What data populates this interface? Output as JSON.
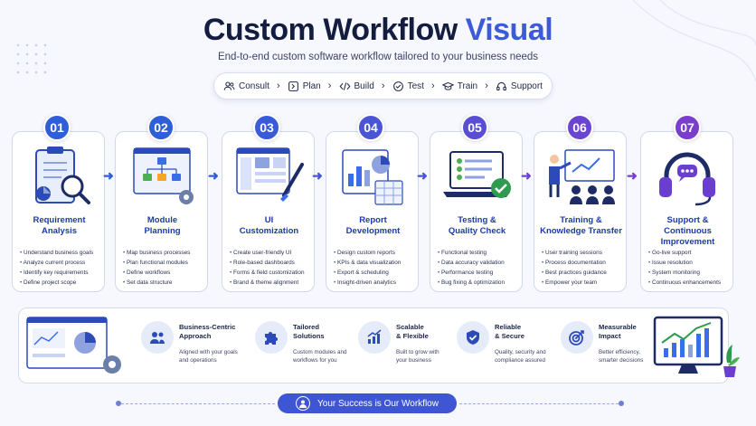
{
  "header": {
    "title_main": "Custom Workflow",
    "title_accent": "Visual",
    "subtitle": "End-to-end custom software workflow tailored to your business needs"
  },
  "pipeline": [
    {
      "label": "Consult",
      "icon": "users-icon"
    },
    {
      "label": "Plan",
      "icon": "plan-icon"
    },
    {
      "label": "Build",
      "icon": "code-icon"
    },
    {
      "label": "Test",
      "icon": "check-circle-icon"
    },
    {
      "label": "Train",
      "icon": "graduation-cap-icon"
    },
    {
      "label": "Support",
      "icon": "headset-icon"
    }
  ],
  "steps": [
    {
      "num": "01",
      "title1": "Requirement",
      "title2": "Analysis",
      "color": "#2f5fd8",
      "items": [
        "Understand business goals",
        "Analyze current process",
        "Identify key requirements",
        "Define project scope"
      ]
    },
    {
      "num": "02",
      "title1": "Module",
      "title2": "Planning",
      "color": "#2f5fd8",
      "items": [
        "Map business processes",
        "Plan functional modules",
        "Define workflows",
        "Set data structure"
      ]
    },
    {
      "num": "03",
      "title1": "UI",
      "title2": "Customization",
      "color": "#3a5bd9",
      "items": [
        "Create user-friendly UI",
        "Role-based dashboards",
        "Forms & field customization",
        "Brand & theme alignment"
      ]
    },
    {
      "num": "04",
      "title1": "Report",
      "title2": "Development",
      "color": "#4a55d6",
      "items": [
        "Design custom reports",
        "KPIs & data visualization",
        "Export & scheduling",
        "Insight-driven analytics"
      ]
    },
    {
      "num": "05",
      "title1": "Testing &",
      "title2": "Quality Check",
      "color": "#5a4fd4",
      "items": [
        "Functional testing",
        "Data accuracy validation",
        "Performance testing",
        "Bug fixing & optimization"
      ]
    },
    {
      "num": "06",
      "title1": "Training &",
      "title2": "Knowledge Transfer",
      "color": "#6a46d0",
      "items": [
        "User training sessions",
        "Process documentation",
        "Best practices guidance",
        "Empower your team"
      ]
    },
    {
      "num": "07",
      "title1": "Support &",
      "title2": "Continuous Improvement",
      "color": "#7a3dcc",
      "items": [
        "Go-live support",
        "Issue resolution",
        "System monitoring",
        "Continuous enhancements"
      ]
    }
  ],
  "features": [
    {
      "title1": "Business-Centric",
      "title2": "Approach",
      "desc1": "Aligned with your goals",
      "desc2": "and operations",
      "icon": "people-icon"
    },
    {
      "title1": "Tailored",
      "title2": "Solutions",
      "desc1": "Custom modules and",
      "desc2": "workflows for you",
      "icon": "puzzle-icon"
    },
    {
      "title1": "Scalable",
      "title2": "& Flexible",
      "desc1": "Built to grow with",
      "desc2": "your business",
      "icon": "growth-chart-icon"
    },
    {
      "title1": "Reliable",
      "title2": "& Secure",
      "desc1": "Quality, security and",
      "desc2": "compliance assured",
      "icon": "shield-check-icon"
    },
    {
      "title1": "Measurable",
      "title2": "Impact",
      "desc1": "Better efficiency,",
      "desc2": "smarter decisions",
      "icon": "target-icon"
    }
  ],
  "footer": {
    "label": "Your Success is Our Workflow",
    "icon": "user-circle-icon"
  }
}
